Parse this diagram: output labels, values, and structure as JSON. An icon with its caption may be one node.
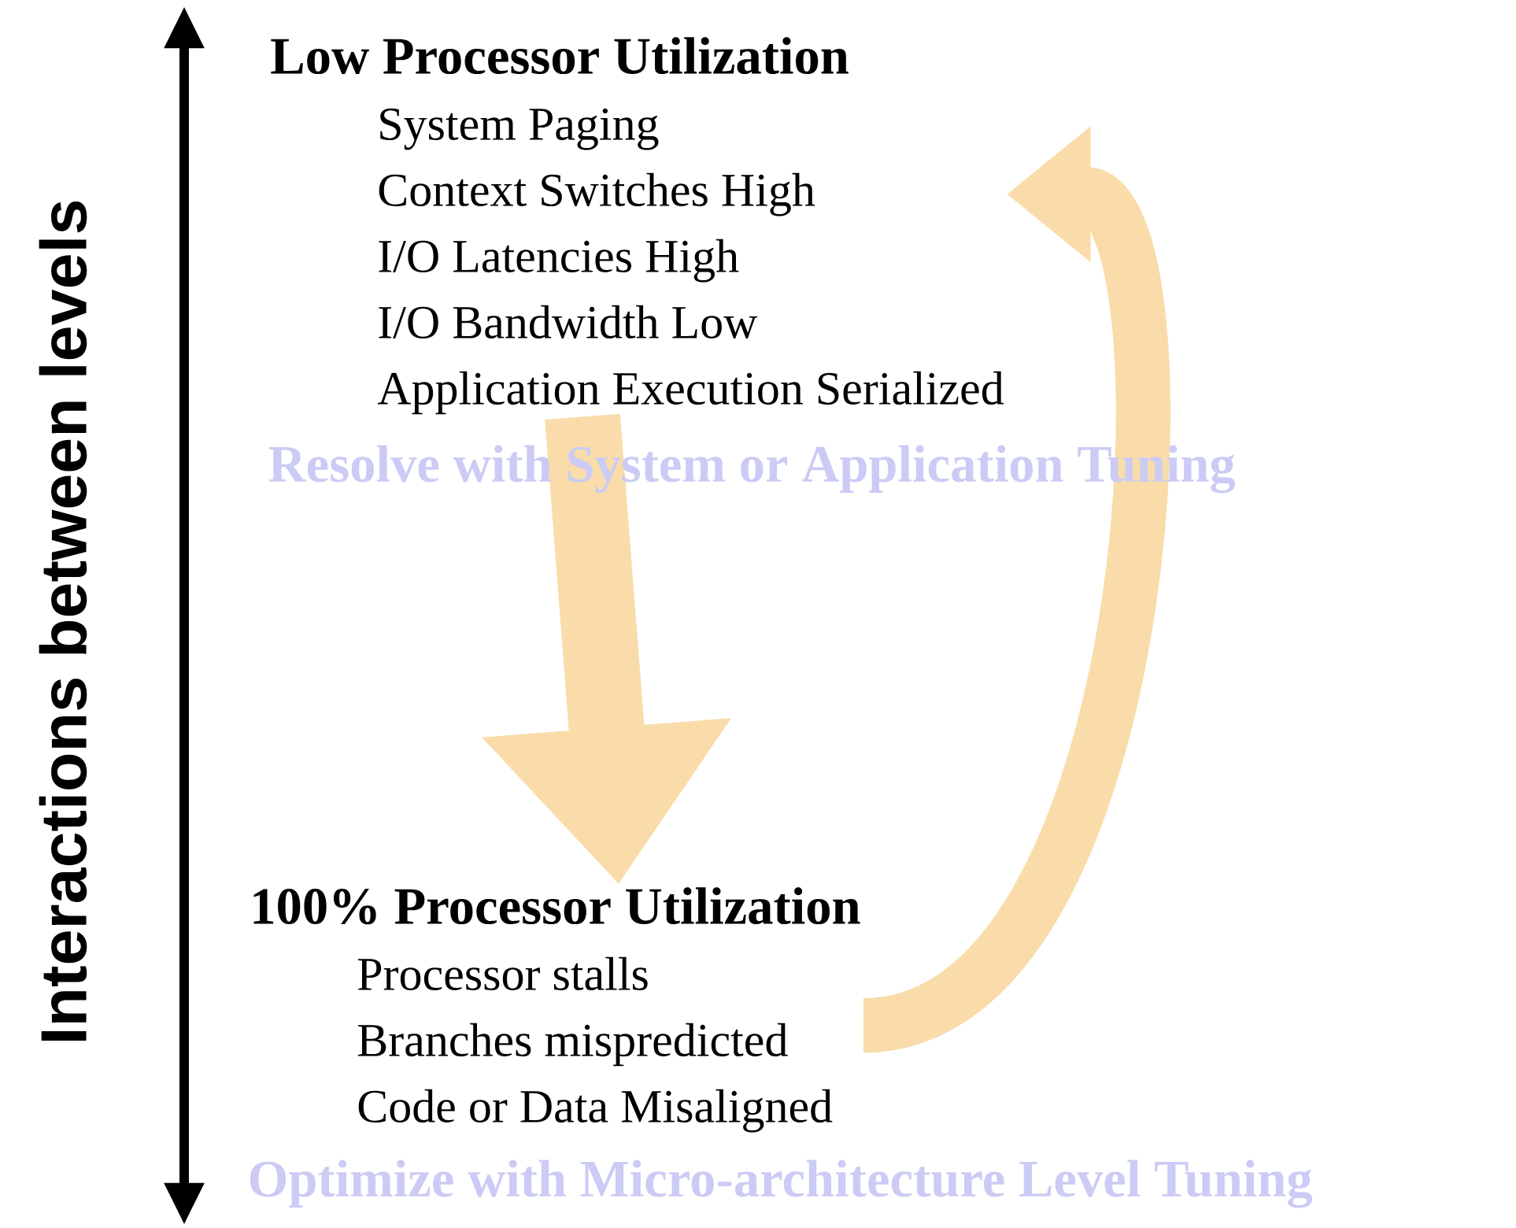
{
  "diagram": {
    "nodes": [
      {
        "text": [
          "Low Processor Utilization",
          "System Paging",
          "Context Switches High",
          "I/O Latencies High",
          "I/O Bandwidth Low",
          "Application Execution Serialized"
        ]
      },
      {
        "text": [
          "100% Processor Utilization",
          "Processor stalls",
          "Branches mispredicted",
          "Code or Data Misaligned"
        ]
      }
    ],
    "edges": [
      {
        "from": 0,
        "to": 1,
        "arrow": "to"
      },
      {
        "from": 1,
        "to": 0,
        "arrow": "to"
      }
    ],
    "labels": [
      "Interactions between levels",
      "Resolve with System or Application Tuning",
      "Optimize with Micro-architecture Level Tuning"
    ]
  }
}
